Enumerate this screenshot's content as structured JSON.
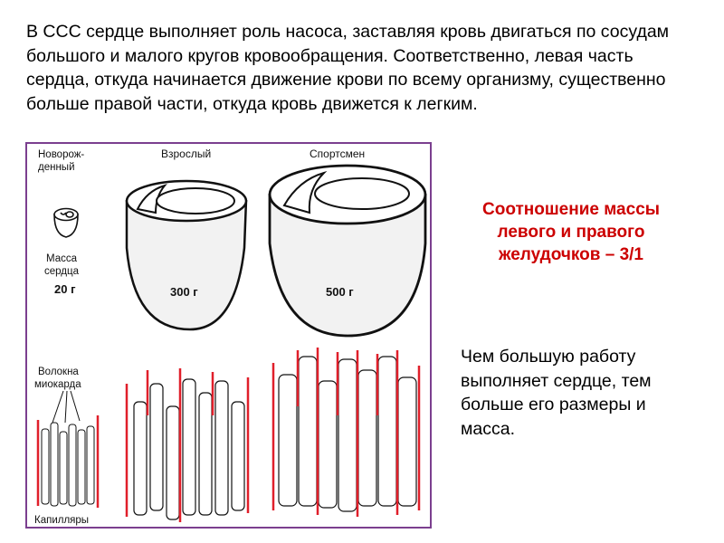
{
  "intro_text": "В ССС сердце выполняет роль насоса, заставляя кровь двигаться по сосудам большого и малого кругов кровообращения. Соответственно, левая часть сердца, откуда начинается движение крови по всему организму, существенно больше правой части, откуда кровь движется к легким.",
  "figure": {
    "col_newborn_line1": "Новорож-",
    "col_newborn_line2": "денный",
    "col_adult": "Взрослый",
    "col_athlete": "Спортсмен",
    "mass_line1": "Масса",
    "mass_line2": "сердца",
    "mass_newborn": "20 г",
    "mass_adult": "300 г",
    "mass_athlete": "500 г",
    "fibers_line1": "Волокна",
    "fibers_line2": "миокарда",
    "capillaries": "Капилляры",
    "colors": {
      "frame": "#7b3f8f",
      "capillary": "#e01f2a"
    }
  },
  "ratio_note": "Соотношение массы левого и правого желудочков – 3/1",
  "work_note": "Чем большую работу выполняет сердце, тем больше его размеры и масса."
}
